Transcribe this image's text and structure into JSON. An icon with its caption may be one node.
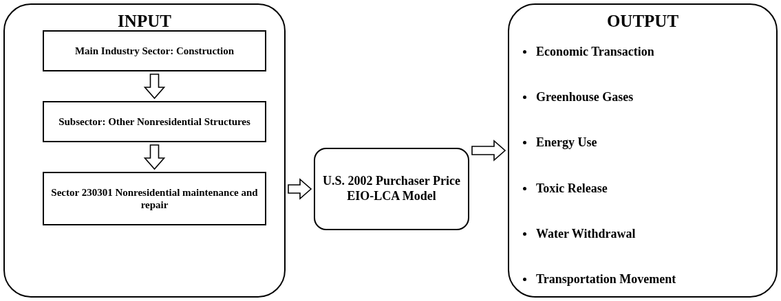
{
  "diagram": {
    "nodes": [
      {
        "text": [
          "INPUT"
        ]
      },
      {
        "text": [
          "Main Industry Sector: Construction"
        ],
        "in": 0
      },
      {
        "text": [
          "Subsector: Other Nonresidential Structures"
        ],
        "in": 0
      },
      {
        "text": [
          "Sector 230301 Nonresidential maintenance and repair"
        ],
        "in": 0
      },
      {
        "text": [
          "U.S. 2002 Purchaser Price EIO-LCA Model"
        ]
      },
      {
        "text": [
          "OUTPUT",
          "Economic Transaction",
          "Greenhouse Gases",
          "Energy Use",
          "Toxic Release",
          "Water Withdrawal",
          "Transportation Movement"
        ]
      }
    ],
    "edges": [
      {
        "from": 1,
        "to": 2,
        "arrow": "to"
      },
      {
        "from": 2,
        "to": 3,
        "arrow": "to"
      },
      {
        "from": 0,
        "to": 4,
        "arrow": "to"
      },
      {
        "from": 4,
        "to": 5,
        "arrow": "to"
      }
    ]
  }
}
